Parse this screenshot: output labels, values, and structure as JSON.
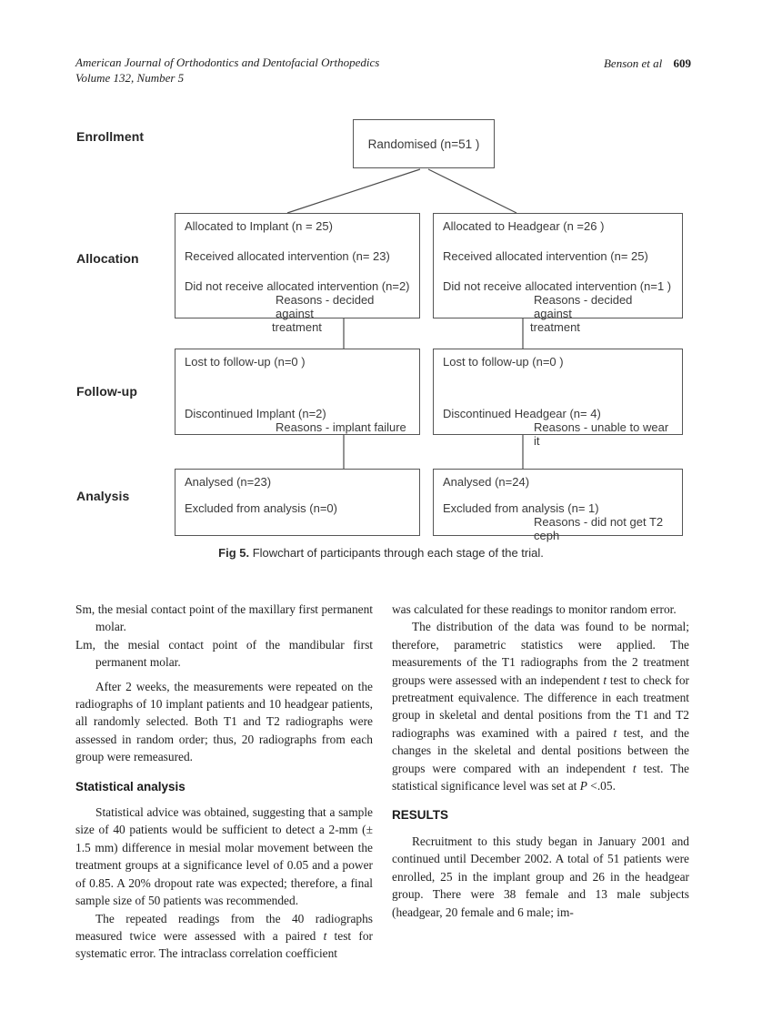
{
  "header": {
    "journal": "American Journal of Orthodontics and Dentofacial Orthopedics",
    "volume": "Volume 132, Number 5",
    "authors": "Benson et al",
    "page_number": "609"
  },
  "flowchart": {
    "stage_labels": {
      "enrollment": "Enrollment",
      "allocation": "Allocation",
      "followup": "Follow-up",
      "analysis": "Analysis"
    },
    "randomised": {
      "title": "Randomised (n=51 )"
    },
    "alloc_implant": {
      "title": "Allocated to Implant (n = 25)",
      "received": "Received allocated intervention (n= 23)",
      "not_received": "Did not receive allocated intervention (n=2)",
      "reason_line1": "Reasons - decided against",
      "reason_line2": "treatment"
    },
    "alloc_headgear": {
      "title": "Allocated to Headgear (n =26 )",
      "received": "Received allocated intervention (n= 25)",
      "not_received": "Did not receive allocated intervention (n=1 )",
      "reason_line1": "Reasons - decided against",
      "reason_line2": "treatment"
    },
    "followup_implant": {
      "lost": "Lost to follow-up (n=0 )",
      "discontinued": "Discontinued Implant (n=2)",
      "reason": "Reasons - implant failure"
    },
    "followup_headgear": {
      "lost": "Lost to follow-up (n=0 )",
      "discontinued": "Discontinued Headgear (n= 4)",
      "reason": "Reasons - unable to wear it"
    },
    "analysis_implant": {
      "analysed": "Analysed (n=23)",
      "excluded": "Excluded from analysis (n=0)"
    },
    "analysis_headgear": {
      "analysed": "Analysed (n=24)",
      "excluded": "Excluded from analysis (n= 1)",
      "reason": "Reasons - did not get T2 ceph"
    },
    "caption": {
      "label": "Fig 5.",
      "text": " Flowchart of participants through each stage of the trial."
    }
  },
  "body": {
    "left": {
      "def_sm": "Sm, the mesial contact point of the maxillary first permanent molar.",
      "def_lm": "Lm, the mesial contact point of the mandibular first permanent molar.",
      "para1": "After 2 weeks, the measurements were repeated on the radiographs of 10 implant patients and 10 headgear patients, all randomly selected. Both T1 and T2 radiographs were assessed in random order; thus, 20 radiographs from each group were remeasured.",
      "heading_statistical": "Statistical analysis",
      "para2": "Statistical advice was obtained, suggesting that a sample size of 40 patients would be sufficient to detect a 2-mm (± 1.5 mm) difference in mesial molar movement between the treatment groups at a significance level of 0.05 and a power of 0.85. A 20% dropout rate was expected; therefore, a final sample size of 50 patients was recommended.",
      "para3_a": "The repeated readings from the 40 radiographs measured twice were assessed with a paired ",
      "para3_i": "t",
      "para3_b": " test for systematic error. The intraclass correlation coefficient"
    },
    "right": {
      "para4": "was calculated for these readings to monitor random error.",
      "para5_a": "The distribution of the data was found to be normal; therefore, parametric statistics were applied. The measurements of the T1 radiographs from the 2 treatment groups were assessed with an independent ",
      "para5_i1": "t",
      "para5_b": " test to check for pretreatment equivalence. The difference in each treatment group in skeletal and dental positions from the T1 and T2 radiographs was examined with a paired ",
      "para5_i2": "t",
      "para5_c": " test, and the changes in the skeletal and dental positions between the groups were compared with an independent ",
      "para5_i3": "t",
      "para5_d": " test. The statistical significance level was set at ",
      "para5_i4": "P",
      "para5_e": " <.05.",
      "heading_results": "RESULTS",
      "para6": "Recruitment to this study began in January 2001 and continued until December 2002. A total of 51 patients were enrolled, 25 in the implant group and 26 in the headgear group. There were 38 female and 13 male subjects (headgear, 20 female and 6 male; im-"
    }
  }
}
